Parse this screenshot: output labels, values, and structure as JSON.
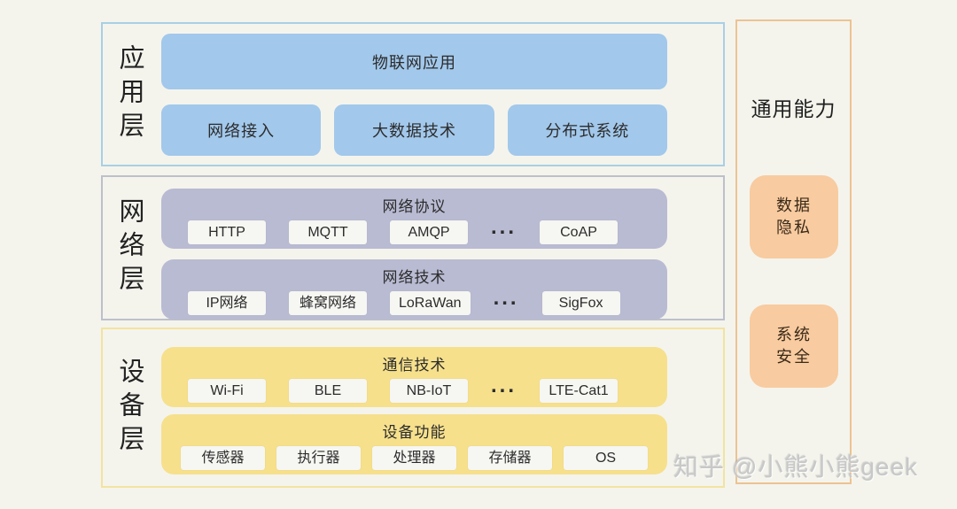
{
  "colors": {
    "page_bg": "#f4f4ed",
    "text": "#2c2c2c",
    "app_border": "#a9cfe5",
    "app_box": "#a2c8eb",
    "net_border": "#bdc0ca",
    "net_box": "#b9bbd3",
    "dev_border": "#f2e3a0",
    "dev_box": "#f6e08c",
    "cap_border": "#ecc392",
    "cap_box": "#f8cba0",
    "chip_bg": "#f6f6f2",
    "watermark": "#c8c8c8"
  },
  "app_layer": {
    "label": "应用层",
    "top_box": "物联网应用",
    "boxes": [
      "网络接入",
      "大数据技术",
      "分布式系统"
    ]
  },
  "network_layer": {
    "label": "网络层",
    "groups": [
      {
        "title": "网络协议",
        "chips": [
          "HTTP",
          "MQTT",
          "AMQP",
          "CoAP"
        ],
        "ellipsis": "..."
      },
      {
        "title": "网络技术",
        "chips": [
          "IP网络",
          "蜂窝网络",
          "LoRaWan",
          "SigFox"
        ],
        "ellipsis": "..."
      }
    ]
  },
  "device_layer": {
    "label": "设备层",
    "groups": [
      {
        "title": "通信技术",
        "chips": [
          "Wi-Fi",
          "BLE",
          "NB-IoT",
          "LTE-Cat1"
        ],
        "ellipsis": "..."
      },
      {
        "title": "设备功能",
        "chips": [
          "传感器",
          "执行器",
          "处理器",
          "存储器",
          "OS"
        ]
      }
    ]
  },
  "capabilities_panel": {
    "title": "通用能力",
    "items": [
      {
        "line1": "数据",
        "line2": "隐私"
      },
      {
        "line1": "系统",
        "line2": "安全"
      }
    ]
  },
  "watermark": {
    "brand": "知乎",
    "handle": "@小熊小熊geek"
  }
}
